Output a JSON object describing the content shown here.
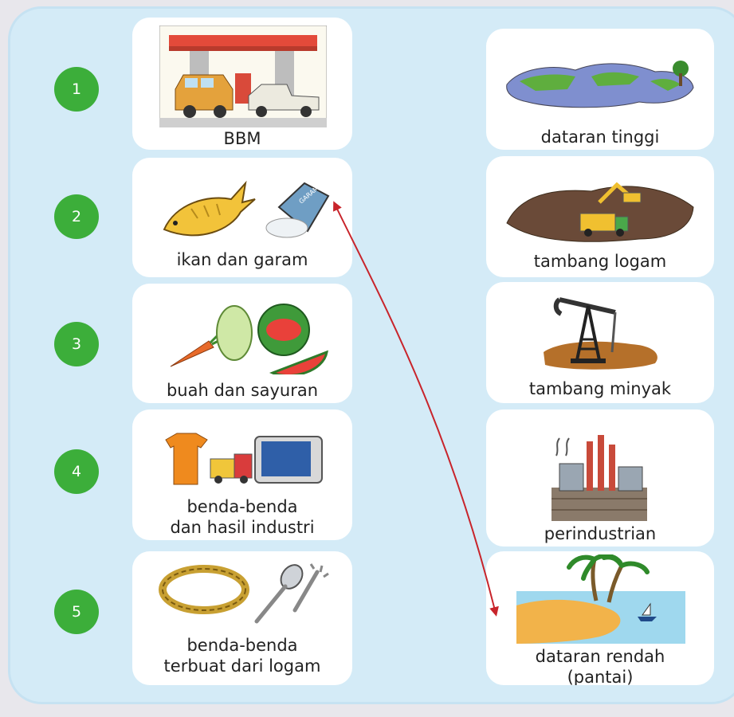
{
  "left_items": [
    {
      "number": "1",
      "label": "BBM",
      "icon": "gas-station-icon"
    },
    {
      "number": "2",
      "label": "ikan dan garam",
      "icon": "fish-salt-icon"
    },
    {
      "number": "3",
      "label": "buah dan sayuran",
      "icon": "fruit-vegetable-icon"
    },
    {
      "number": "4",
      "label_line1": "benda-benda",
      "label_line2": "dan hasil industri",
      "icon": "industrial-goods-icon"
    },
    {
      "number": "5",
      "label_line1": "benda-benda",
      "label_line2": "terbuat dari logam",
      "icon": "metal-goods-icon"
    }
  ],
  "right_items": [
    {
      "label": "dataran tinggi",
      "icon": "highland-icon"
    },
    {
      "label": "tambang logam",
      "icon": "metal-mine-icon"
    },
    {
      "label": "tambang minyak",
      "icon": "oil-pump-icon"
    },
    {
      "label": "perindustrian",
      "icon": "factory-icon"
    },
    {
      "label_line1": "dataran rendah",
      "label_line2": "(pantai)",
      "icon": "beach-icon"
    }
  ],
  "colors": {
    "background": "#d4ebf7",
    "badge": "#3cae3a",
    "card": "#ffffff",
    "connector": "#c8242b"
  }
}
